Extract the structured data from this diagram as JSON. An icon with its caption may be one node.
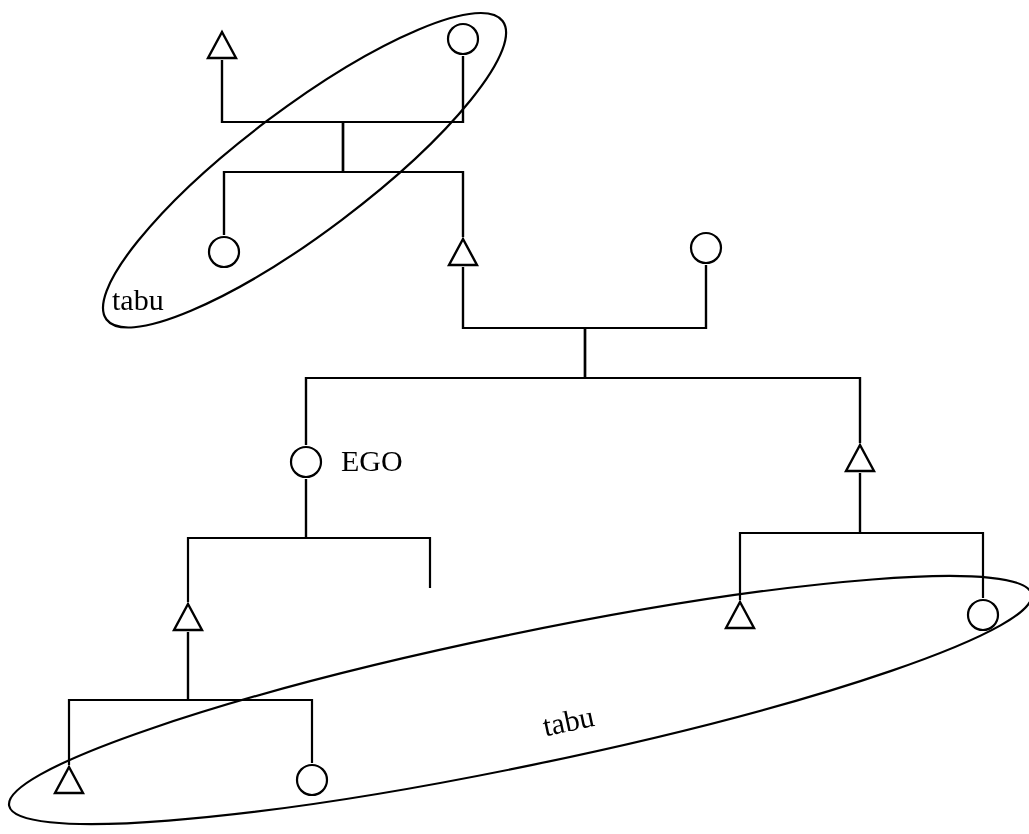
{
  "diagram": {
    "nodes": [
      {
        "text": [
          "tabu"
        ]
      },
      {
        "text": [],
        "shape": "triangle"
      },
      {
        "text": [],
        "shape": "circle",
        "in": 0
      },
      {
        "text": [],
        "shape": "circle",
        "in": 0
      },
      {
        "text": [],
        "shape": "triangle"
      },
      {
        "text": [],
        "shape": "circle"
      },
      {
        "text": [],
        "shape": "circle",
        "beside": [
          "EGO"
        ]
      },
      {
        "text": [],
        "shape": "triangle"
      },
      {
        "text": [
          "tabu"
        ]
      },
      {
        "text": [],
        "shape": "triangle"
      },
      {
        "text": [],
        "shape": "triangle",
        "in": 8
      },
      {
        "text": [],
        "shape": "circle",
        "in": 8
      },
      {
        "text": [],
        "shape": "triangle",
        "in": 8
      },
      {
        "text": [],
        "shape": "circle",
        "in": 8
      }
    ],
    "edges": [
      {
        "from": 1,
        "to": 3,
        "arrow": "none"
      },
      {
        "from": 1,
        "to": 4,
        "arrow": "none"
      },
      {
        "from": 2,
        "to": 3,
        "arrow": "none"
      },
      {
        "from": 2,
        "to": 4,
        "arrow": "none"
      },
      {
        "from": 4,
        "to": 6,
        "arrow": "none"
      },
      {
        "from": 4,
        "to": 7,
        "arrow": "none"
      },
      {
        "from": 5,
        "to": 6,
        "arrow": "none"
      },
      {
        "from": 5,
        "to": 7,
        "arrow": "none"
      },
      {
        "from": 6,
        "to": 9,
        "arrow": "none"
      },
      {
        "from": 6,
        "to": null,
        "arrow": "none"
      },
      {
        "from": 7,
        "to": 10,
        "arrow": "none"
      },
      {
        "from": 7,
        "to": 11,
        "arrow": "none"
      },
      {
        "from": 9,
        "to": 12,
        "arrow": "none"
      },
      {
        "from": 9,
        "to": 13,
        "arrow": "none"
      }
    ]
  }
}
